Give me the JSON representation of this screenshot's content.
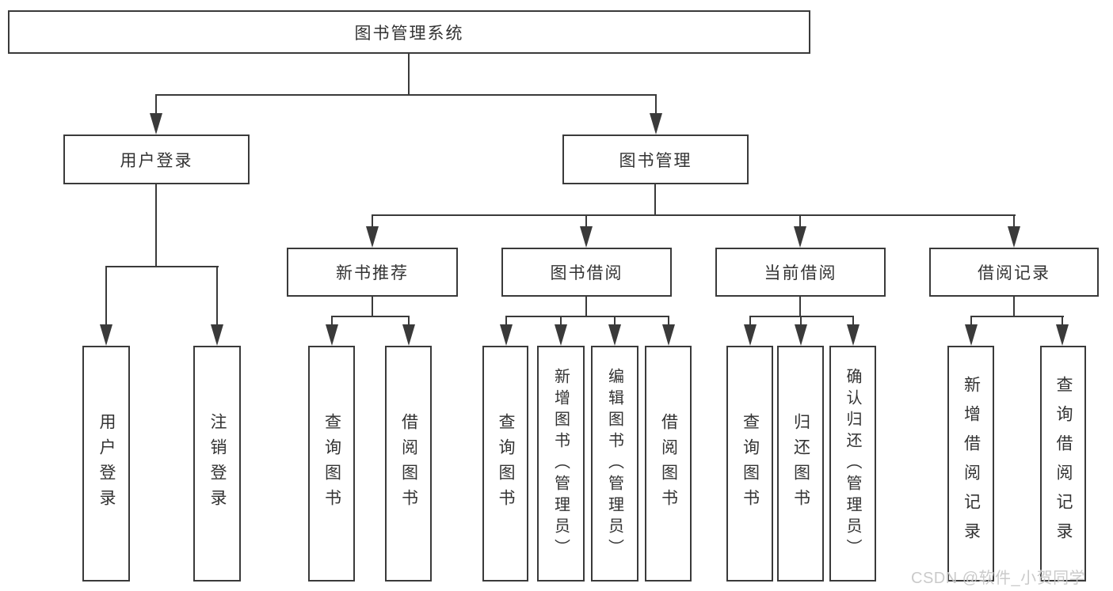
{
  "tree": {
    "root": {
      "label": "图书管理系统"
    },
    "branches": [
      {
        "label": "用户登录",
        "children": [
          {
            "label": "用户登录"
          },
          {
            "label": "注销登录"
          }
        ]
      },
      {
        "label": "图书管理",
        "children": [
          {
            "label": "新书推荐",
            "children": [
              {
                "label": "查询图书"
              },
              {
                "label": "借阅图书"
              }
            ]
          },
          {
            "label": "图书借阅",
            "children": [
              {
                "label": "查询图书"
              },
              {
                "label": "新增图书（管理员）"
              },
              {
                "label": "编辑图书（管理员）"
              },
              {
                "label": "借阅图书"
              }
            ]
          },
          {
            "label": "当前借阅",
            "children": [
              {
                "label": "查询图书"
              },
              {
                "label": "归还图书"
              },
              {
                "label": "确认归还（管理员）"
              }
            ]
          },
          {
            "label": "借阅记录",
            "children": [
              {
                "label": "新增借阅记录"
              },
              {
                "label": "查询借阅记录"
              }
            ]
          }
        ]
      }
    ]
  },
  "watermark": {
    "text": "CSDN @软件_小贺同学"
  },
  "colors": {
    "line": "#3a3a3a",
    "text": "#333333",
    "background": "#ffffff",
    "watermark": "#c6c6c6"
  }
}
